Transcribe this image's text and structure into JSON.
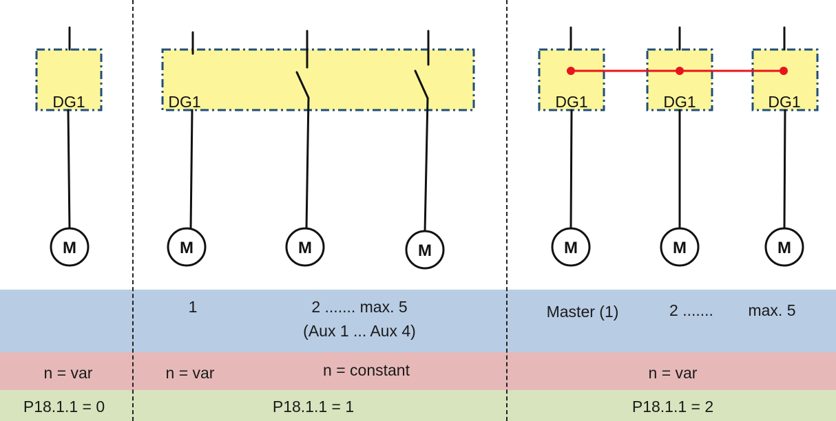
{
  "block_label": "DG1",
  "motor_label": "M",
  "sections": [
    {
      "blue": [],
      "red": [
        "n = var"
      ],
      "green": "P18.1.1 = 0"
    },
    {
      "blue": [
        "1",
        "2 ....... max. 5",
        "(Aux 1 ... Aux 4)"
      ],
      "red": [
        "n = var",
        "n = constant"
      ],
      "green": "P18.1.1 = 1"
    },
    {
      "blue": [
        "Master (1)",
        "2 .......",
        "max. 5"
      ],
      "red": [
        "n = var"
      ],
      "green": "P18.1.1 = 2"
    }
  ],
  "colors": {
    "block_fill": "#fdf59a",
    "block_border": "#1f4e79",
    "link": "#e8141c",
    "band_blue": "#b8cce4",
    "band_red": "#e6b9b8",
    "band_green": "#d7e4bd"
  }
}
